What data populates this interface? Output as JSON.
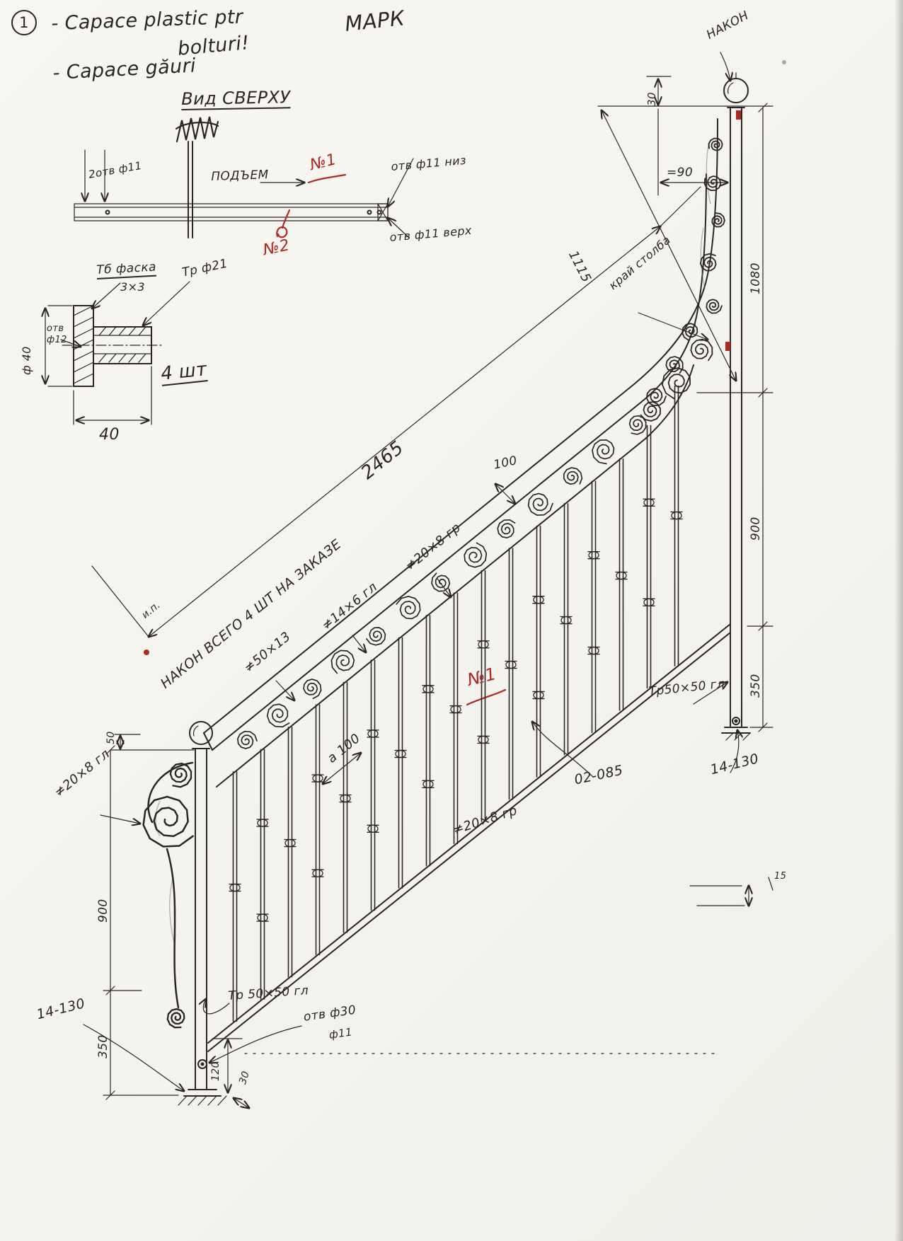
{
  "header": {
    "item_number": "1",
    "note_line1": "- Capace plastic ptr",
    "note_line1b": "bolturi!",
    "note_line2": "- Capace găuri",
    "mark": "МАРК"
  },
  "plan": {
    "title": "Вид СВЕРХУ",
    "holes_left": "2отв ф11",
    "rise": "ПОДЪЕМ",
    "no1": "№1",
    "no2": "№2",
    "hole_bottom": "отв ф11 низ",
    "hole_top": "отв ф11 верх"
  },
  "detail": {
    "chamfer": "Тб фаска",
    "chamfer_size": "3×3",
    "pipe": "Тр ф21",
    "hole_line1": "отв",
    "hole_line2": "ф12",
    "diameter": "ф 40",
    "qty": "4 шт",
    "width": "40"
  },
  "elevation": {
    "finial": "НАКОН",
    "dim30_top": "30",
    "dim90": "=90",
    "dim1115": "1115",
    "post_edge": "край столба",
    "dim1080": "1080",
    "dim900_right": "900",
    "dim350_right": "350",
    "dim2465": "2465",
    "dim100": "100",
    "ip": "и.п.",
    "finial_note": "НАКОН ВСЕГО 4 ШТ НА ЗАКАЗЕ",
    "flat50x13": "≠50×13",
    "flat14x6": "≠14×6 гл",
    "flat20x8_top": "≠20×8 гр",
    "no1": "№1",
    "pitch": "а 100",
    "flat20x8_left": "≠20×8 гл",
    "tube_right": "Тр50×50 гл",
    "anchor_right": "14-130",
    "part_code": "02-085",
    "flat20x8_bottom": "≠20×8 гр",
    "tube_left": "Тр 50×50 гл",
    "hole30": "отв ф30",
    "hole30b": "ф11",
    "anchor_left": "14-130",
    "dim50_left": "50",
    "dim900_left": "900",
    "dim350_left": "350",
    "dim120": "120",
    "dim30_bottom": "30",
    "dim15": "15"
  },
  "colors": {
    "ink": "#2a2722",
    "red": "#b02a24",
    "paper": "#f4f3ee"
  }
}
